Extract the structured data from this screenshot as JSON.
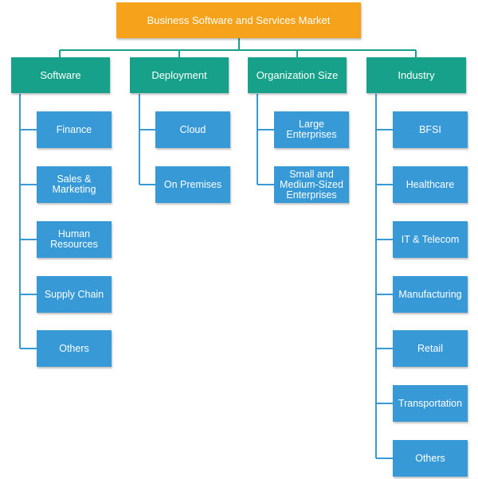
{
  "root": {
    "label": "Business Software and Services Market"
  },
  "colors": {
    "root": "#f7a21b",
    "category": "#17a18a",
    "leaf": "#3799d6",
    "connector": "#17a18a",
    "leaf_connector": "#3799d6"
  },
  "categories": [
    {
      "label": "Software",
      "items": [
        "Finance",
        "Sales &\nMarketing",
        "Human\nResources",
        "Supply Chain",
        "Others"
      ]
    },
    {
      "label": "Deployment",
      "items": [
        "Cloud",
        "On Premises"
      ]
    },
    {
      "label": "Organization Size",
      "items": [
        "Large\nEnterprises",
        "Small and\nMedium-Sized\nEnterprises"
      ]
    },
    {
      "label": "Industry",
      "items": [
        "BFSI",
        "Healthcare",
        "IT & Telecom",
        "Manufacturing",
        "Retail",
        "Transportation",
        "Others"
      ]
    }
  ]
}
